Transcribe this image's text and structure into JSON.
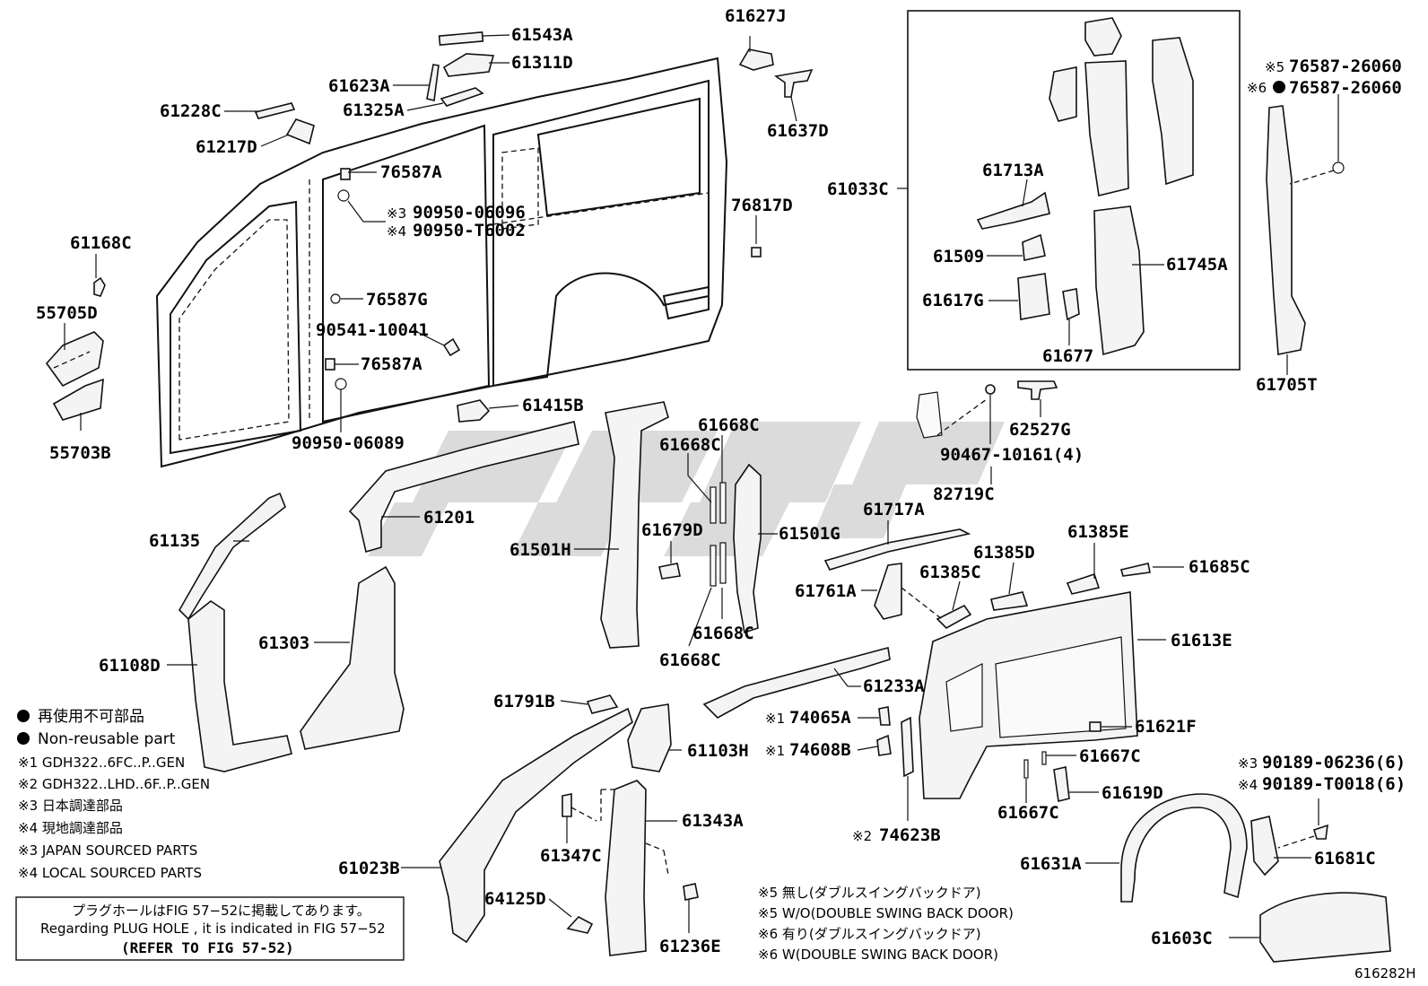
{
  "diagram": {
    "figure_code": "616282H",
    "parts": {
      "p61543A": "61543A",
      "p61311D": "61311D",
      "p61623A": "61623A",
      "p61325A": "61325A",
      "p61228C": "61228C",
      "p61217D": "61217D",
      "p61627J": "61627J",
      "p61637D": "61637D",
      "p76587A_1": "76587A",
      "p90950_06096": "90950-06096",
      "p90950_T6002": "90950-T6002",
      "p61168C": "61168C",
      "p55705D": "55705D",
      "p55703B": "55703B",
      "p76587G": "76587G",
      "p90541_10041": "90541-10041",
      "p76587A_2": "76587A",
      "p90950_06089": "90950-06089",
      "p76817D": "76817D",
      "p61033C": "61033C",
      "p61713A": "61713A",
      "p61509": "61509",
      "p61617G": "61617G",
      "p61677": "61677",
      "p61745A": "61745A",
      "p76587_26060_a": "76587-26060",
      "p76587_26060_b": "76587-26060",
      "p61705T": "61705T",
      "p61415B": "61415B",
      "p61201": "61201",
      "p61668C_1": "61668C",
      "p61668C_2": "61668C",
      "p61668C_3": "61668C",
      "p61668C_4": "61668C",
      "p61501H": "61501H",
      "p61501G": "61501G",
      "p61679D": "61679D",
      "p90467_10161": "90467-10161(4)",
      "p82719C": "82719C",
      "p62527G": "62527G",
      "p61135": "61135",
      "p61717A": "61717A",
      "p61385E": "61385E",
      "p61385D": "61385D",
      "p61385C": "61385C",
      "p61685C": "61685C",
      "p61761A": "61761A",
      "p61613E": "61613E",
      "p61303": "61303",
      "p61108D": "61108D",
      "p61233A": "61233A",
      "p61791B": "61791B",
      "p74065A": "74065A",
      "p74608B": "74608B",
      "p61103H": "61103H",
      "p61621F": "61621F",
      "p61667C_1": "61667C",
      "p61667C_2": "61667C",
      "p61619D": "61619D",
      "p61343A": "61343A",
      "p61347C": "61347C",
      "p74623B": "74623B",
      "p90189_06236": "90189-06236(6)",
      "p90189_T0018": "90189-T0018(6)",
      "p61631A": "61631A",
      "p61681C": "61681C",
      "p61023B": "61023B",
      "p64125D": "64125D",
      "p61236E": "61236E",
      "p61603C": "61603C"
    },
    "note_marks": {
      "m1": "※1",
      "m2": "※2",
      "m3": "※3",
      "m4": "※4",
      "m5": "※5",
      "m6": "※6"
    },
    "legend": {
      "non_reusable_jp": "再使用不可部品",
      "non_reusable_en": "Non-reusable part",
      "n1": "※1 GDH322..6FC..P..GEN",
      "n2": "※2 GDH322..LHD..6F..P..GEN",
      "n3": "※3  日本調達部品",
      "n4": "※4  現地調達部品",
      "n3en": "※3  JAPAN SOURCED PARTS",
      "n4en": "※4  LOCAL SOURCED PARTS"
    },
    "plug_hole": {
      "jp": "プラグホールはFIG 57−52に掲載してあります。",
      "en": "Regarding  PLUG  HOLE , it is indicated in FIG  57−52",
      "ref": "(REFER TO FIG 57-52)"
    },
    "door_notes": {
      "n5jp": "※5 無し(ダブルスイングバックドア)",
      "n5en": "※5 W/O(DOUBLE SWING BACK DOOR)",
      "n6jp": "※6 有り(ダブルスイングバックドア)",
      "n6en": "※6 W(DOUBLE SWING BACK DOOR)"
    }
  }
}
